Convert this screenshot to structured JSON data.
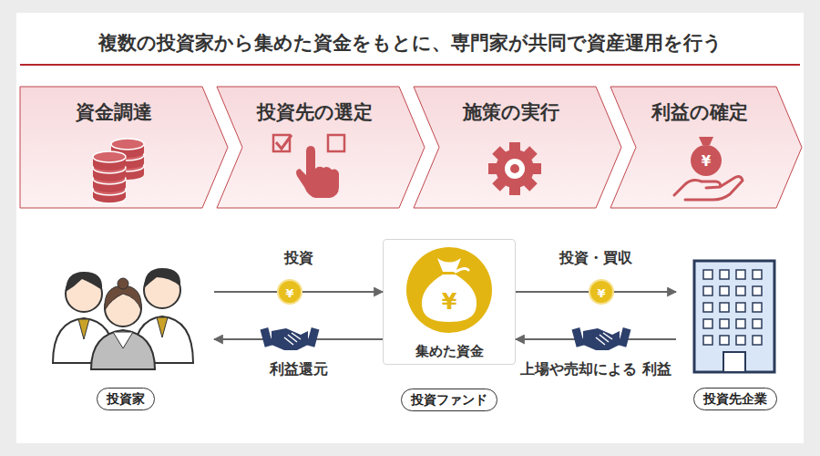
{
  "diagram": {
    "title": "複数の投資家から集めた資金をもとに、専門家が共同で資産運用を行う",
    "nodes": [
      {
        "text": [
          "資金調達"
        ]
      },
      {
        "text": [
          "投資先の選定"
        ]
      },
      {
        "text": [
          "施策の実行"
        ]
      },
      {
        "text": [
          "利益の確定"
        ]
      },
      {
        "text": [
          "投資家"
        ]
      },
      {
        "text": [
          "集めた資金",
          "投資ファンド"
        ]
      },
      {
        "text": [
          "投資先企業"
        ]
      }
    ],
    "edges": [
      {
        "from": 4,
        "to": 5,
        "arrow": "to",
        "label": "投資"
      },
      {
        "from": 5,
        "to": 4,
        "arrow": "to",
        "label": "利益還元"
      },
      {
        "from": 5,
        "to": 6,
        "arrow": "to",
        "label": "投資・買収"
      },
      {
        "from": 6,
        "to": 5,
        "arrow": "to",
        "label": "上場や売却による 利益"
      }
    ],
    "labels": [
      "¥",
      "¥",
      "¥",
      "¥"
    ]
  }
}
